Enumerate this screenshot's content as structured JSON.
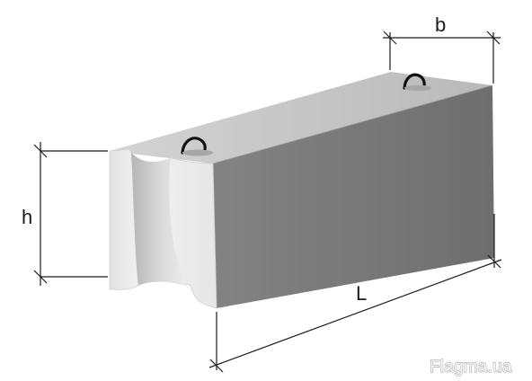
{
  "diagram": {
    "labels": {
      "height": "h",
      "width": "b",
      "length": "L"
    },
    "watermark": "Flagma.ua",
    "colors": {
      "top_face": "#c4c4c4",
      "front_face": "#7b7b7b",
      "end_face": "#ececec",
      "dimension_line": "#1a1a1a"
    }
  }
}
